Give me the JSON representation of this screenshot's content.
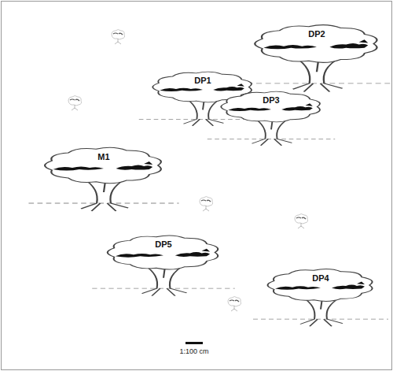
{
  "diagram": {
    "nodes": [
      {
        "text": [
          "DP2"
        ]
      },
      {
        "text": [
          "DP1"
        ]
      },
      {
        "text": [
          "DP3"
        ]
      },
      {
        "text": [
          "M1"
        ]
      },
      {
        "text": [
          "DP5"
        ]
      },
      {
        "text": [
          "DP4"
        ]
      }
    ],
    "labels": [
      "1:100 cm"
    ]
  }
}
